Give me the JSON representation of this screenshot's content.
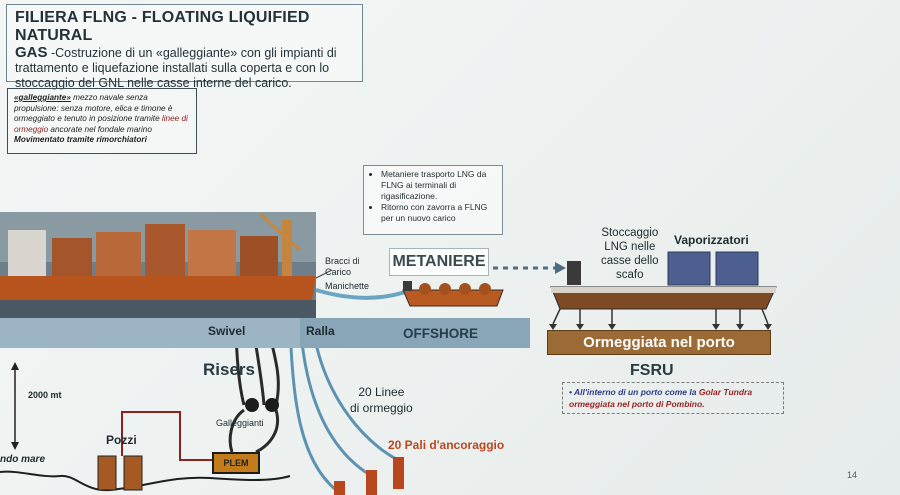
{
  "title": {
    "line1": "FILIERA FLNG  - FLOATING LIQUIFIED NATURAL",
    "gas": "GAS",
    "line2": " -Costruzione di un «galleggiante» con gli impianti di trattamento e liquefazione installati sulla coperta e con lo stoccaggio del GNL nelle casse interne del carico."
  },
  "galleggiante_note": {
    "term": "«galleggiante»",
    "text1": " mezzo navale senza propulsione: senza motore, elica e timone è ormeggiato e tenuto in posizione tramite ",
    "red": "linee di ormeggio",
    "text2": " ancorate nel fondale marino",
    "last": "Movimentato tramite rimorchiatori"
  },
  "metaniere_note": [
    "Metaniere trasporto LNG da FLNG ai terminali di rigasificazione.",
    "Ritorno con zavorra a FLNG per un nuovo carico"
  ],
  "labels": {
    "bracci": "Bracci di\nCarico",
    "manichette": "Manichette",
    "metaniere": "METANIERE",
    "stoccaggio": "Stoccaggio\nLNG nelle\ncasse dello\nscafo",
    "vaporizzatori": "Vaporizzatori",
    "swivel": "Swivel",
    "ralla": "Ralla",
    "offshore": "OFFSHORE",
    "ormeggiata": "Ormeggiata nel porto",
    "fsru": "FSRU",
    "risers": "Risers",
    "depth": "2000 mt",
    "linee": "20 Linee\ndi ormeggio",
    "pali": "20 Pali  d'ancoraggio",
    "pozzi": "Pozzi",
    "galleggianti": "Galleggianti",
    "plem": "PLEM",
    "fondo": "ndo mare",
    "page": "14"
  },
  "golar": {
    "text1": "All'interno di un porto come la ",
    "red1": "Golar Tundra ormeggiata nel porto di Pombino."
  },
  "colors": {
    "offshore": "#89a6b9",
    "hull": "#b8541e",
    "ormeggiata": "#9c6a34",
    "vaporizer": "#4c5f8f",
    "pali": "#b9471e"
  }
}
